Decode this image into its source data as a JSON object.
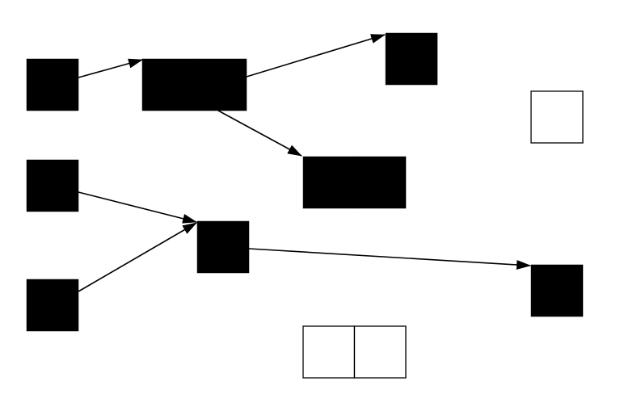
{
  "diagram": {
    "colors": {
      "filled": "#000000",
      "empty": "#ffffff",
      "stroke": "#000000"
    },
    "nodes": [
      {
        "id": "n1",
        "filled": true
      },
      {
        "id": "n2",
        "filled": true
      },
      {
        "id": "n3",
        "filled": true
      },
      {
        "id": "n4",
        "filled": true
      },
      {
        "id": "n5",
        "filled": true
      },
      {
        "id": "n6",
        "filled": true
      },
      {
        "id": "n7",
        "filled": true
      },
      {
        "id": "n8",
        "filled": true
      },
      {
        "id": "n9",
        "filled": false
      },
      {
        "id": "n10",
        "filled": false
      }
    ],
    "edges": [
      {
        "from": "n1",
        "to": "n2"
      },
      {
        "from": "n2",
        "to": "n3"
      },
      {
        "from": "n2",
        "to": "n4"
      },
      {
        "from": "n5",
        "to": "n6"
      },
      {
        "from": "n7",
        "to": "n6"
      },
      {
        "from": "n6",
        "to": "n8"
      }
    ]
  }
}
